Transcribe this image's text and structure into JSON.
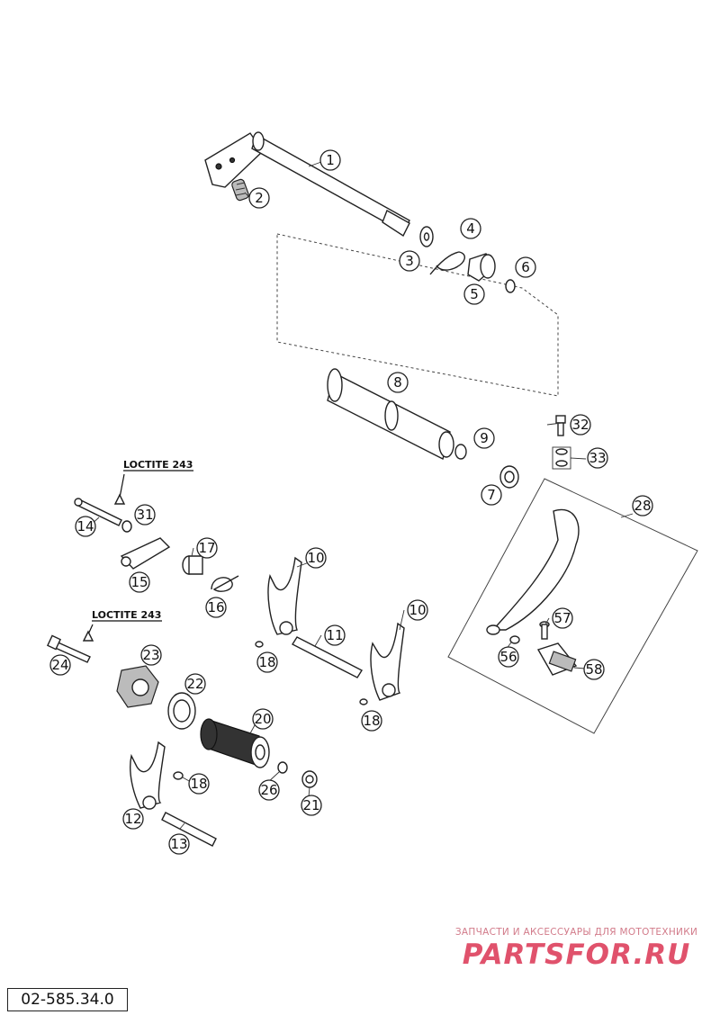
{
  "diagram_code": "02-585.34.0",
  "notes": {
    "loctite_a": "LOCTITE 243",
    "loctite_b": "LOCTITE 243"
  },
  "watermark": {
    "tagline": "ЗАПЧАСТИ И АКСЕССУАРЫ ДЛЯ МОТОТЕХНИКИ",
    "brand": "PARTSFOR.RU"
  },
  "callouts": [
    "1",
    "2",
    "3",
    "4",
    "5",
    "6",
    "8",
    "9",
    "32",
    "33",
    "7",
    "28",
    "14",
    "31",
    "15",
    "17",
    "16",
    "10",
    "10",
    "24",
    "23",
    "11",
    "57",
    "18",
    "56",
    "58",
    "22",
    "20",
    "18",
    "18",
    "26",
    "21",
    "12",
    "13"
  ]
}
